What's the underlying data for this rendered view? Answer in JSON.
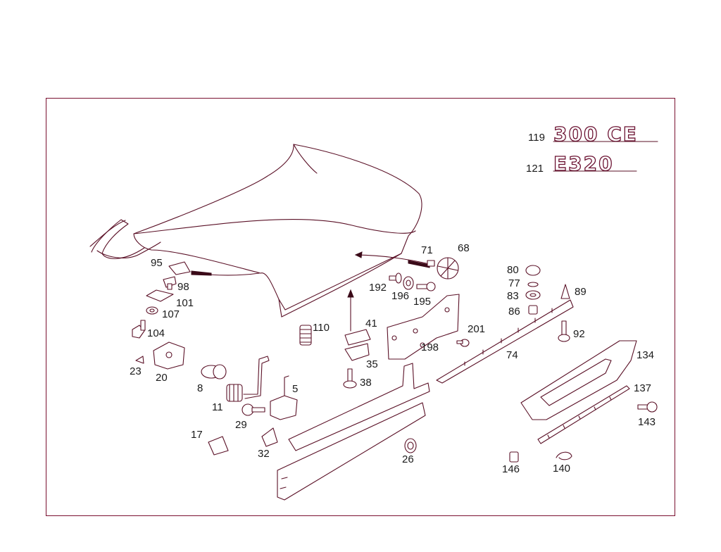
{
  "badges": {
    "badge_300ce": "300 CE",
    "badge_e320": "E320"
  },
  "callouts": {
    "c119": "119",
    "c121": "121",
    "c71": "71",
    "c68": "68",
    "c95": "95",
    "c98": "98",
    "c101": "101",
    "c107": "107",
    "c104": "104",
    "c110": "110",
    "c41": "41",
    "c192": "192",
    "c196": "196",
    "c195": "195",
    "c80": "80",
    "c77": "77",
    "c83": "83",
    "c86": "86",
    "c89": "89",
    "c92": "92",
    "c201": "201",
    "c198": "198",
    "c74": "74",
    "c35": "35",
    "c38": "38",
    "c23": "23",
    "c20": "20",
    "c8": "8",
    "c5": "5",
    "c11": "11",
    "c29": "29",
    "c17": "17",
    "c32": "32",
    "c26": "26",
    "c134": "134",
    "c137": "137",
    "c143": "143",
    "c146": "146",
    "c140": "140"
  }
}
